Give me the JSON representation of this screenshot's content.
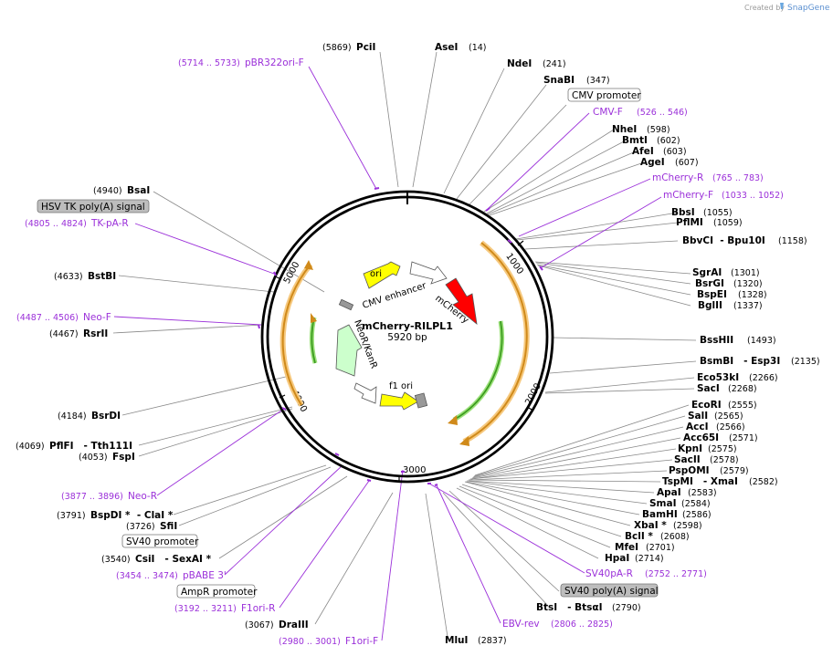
{
  "credit": {
    "prefix": "Created by",
    "brand": "SnapGene"
  },
  "plasmid": {
    "name": "mCherry-RILPL1",
    "size": "5920 bp",
    "length": 5920
  },
  "colors": {
    "primer": "#9b30d9",
    "cds_outline": "#d08a1a",
    "cds_fill": "#f6c97f",
    "green": "#3b9b1e"
  },
  "ticks": [
    "1000",
    "2000",
    "3000",
    "4000",
    "5000"
  ],
  "features": [
    {
      "id": "ori",
      "label": "ori",
      "color": "#ffff00"
    },
    {
      "id": "cmv-enhancer",
      "label": "CMV enhancer",
      "color": "#ffffff"
    },
    {
      "id": "mcherry",
      "label": "mCherry",
      "color": "#ff0000"
    },
    {
      "id": "neo",
      "label": "NeoR/KanR",
      "color": "#ccffcc"
    },
    {
      "id": "f1ori",
      "label": "f1 ori",
      "color": "#ffff00"
    }
  ],
  "sites": [
    {
      "name": "PciI",
      "pos": "(5869)"
    },
    {
      "name": "AseI",
      "pos": "(14)"
    },
    {
      "name": "NdeI",
      "pos": "(241)"
    },
    {
      "name": "SnaBI",
      "pos": "(347)"
    },
    {
      "name": "NheI",
      "pos": "(598)"
    },
    {
      "name": "BmtI",
      "pos": "(602)"
    },
    {
      "name": "AfeI",
      "pos": "(603)"
    },
    {
      "name": "AgeI",
      "pos": "(607)"
    },
    {
      "name": "BbsI",
      "pos": "(1055)"
    },
    {
      "name": "PflMI",
      "pos": "(1059)"
    },
    {
      "name": "BbvCI  - Bpu10I",
      "pos": "(1158)"
    },
    {
      "name": "SgrAI",
      "pos": "(1301)"
    },
    {
      "name": "BsrGI",
      "pos": "(1320)"
    },
    {
      "name": "BspEI",
      "pos": "(1328)"
    },
    {
      "name": "BglII",
      "pos": "(1337)"
    },
    {
      "name": "BssHII",
      "pos": "(1493)"
    },
    {
      "name": "BsmBI   - Esp3I",
      "pos": "(2135)"
    },
    {
      "name": "Eco53kI",
      "pos": "(2266)"
    },
    {
      "name": "SacI",
      "pos": "(2268)"
    },
    {
      "name": "EcoRI",
      "pos": "(2555)"
    },
    {
      "name": "SalI",
      "pos": "(2565)"
    },
    {
      "name": "AccI",
      "pos": "(2566)"
    },
    {
      "name": "Acc65I",
      "pos": "(2571)"
    },
    {
      "name": "KpnI",
      "pos": "(2575)"
    },
    {
      "name": "SacII",
      "pos": "(2578)"
    },
    {
      "name": "PspOMI",
      "pos": "(2579)"
    },
    {
      "name": "TspMI   - XmaI",
      "pos": "(2582)"
    },
    {
      "name": "ApaI",
      "pos": "(2583)"
    },
    {
      "name": "SmaI",
      "pos": "(2584)"
    },
    {
      "name": "BamHI",
      "pos": "(2586)"
    },
    {
      "name": "XbaI *",
      "pos": "(2598)"
    },
    {
      "name": "BclI *",
      "pos": "(2608)"
    },
    {
      "name": "MfeI",
      "pos": "(2701)"
    },
    {
      "name": "HpaI",
      "pos": "(2714)"
    },
    {
      "name": "BtsI   - BtsαI",
      "pos": "(2790)"
    },
    {
      "name": "MluI",
      "pos": "(2837)"
    },
    {
      "name": "DraIII",
      "pos": "(3067)"
    },
    {
      "name": "CsiI   - SexAI *",
      "pos": "(3540)"
    },
    {
      "name": "SfiI",
      "pos": "(3726)"
    },
    {
      "name": "BspDI *  - ClaI *",
      "pos": "(3791)"
    },
    {
      "name": "FspI",
      "pos": "(4053)"
    },
    {
      "name": "PflFI   - Tth111I",
      "pos": "(4069)"
    },
    {
      "name": "BsrDI",
      "pos": "(4184)"
    },
    {
      "name": "RsrII",
      "pos": "(4467)"
    },
    {
      "name": "BstBI",
      "pos": "(4633)"
    },
    {
      "name": "BsaI",
      "pos": "(4940)"
    }
  ],
  "primers": [
    {
      "name": "pBR322ori-F",
      "pos": "(5714 .. 5733)"
    },
    {
      "name": "CMV-F",
      "pos": "(526 .. 546)"
    },
    {
      "name": "mCherry-R",
      "pos": "(765 .. 783)"
    },
    {
      "name": "mCherry-F",
      "pos": "(1033 .. 1052)"
    },
    {
      "name": "SV40pA-R",
      "pos": "(2752 .. 2771)"
    },
    {
      "name": "EBV-rev",
      "pos": "(2806 .. 2825)"
    },
    {
      "name": "F1ori-F",
      "pos": "(2980 .. 3001)"
    },
    {
      "name": "F1ori-R",
      "pos": "(3192 .. 3211)"
    },
    {
      "name": "pBABE 3'",
      "pos": "(3454 .. 3474)"
    },
    {
      "name": "Neo-R",
      "pos": "(3877 .. 3896)"
    },
    {
      "name": "Neo-F",
      "pos": "(4487 .. 4506)"
    },
    {
      "name": "TK-pA-R",
      "pos": "(4805 .. 4824)"
    }
  ],
  "boxes": [
    {
      "label": "CMV promoter"
    },
    {
      "label": "SV40 poly(A) signal"
    },
    {
      "label": "AmpR promoter"
    },
    {
      "label": "SV40 promoter"
    },
    {
      "label": "HSV TK poly(A) signal"
    }
  ]
}
